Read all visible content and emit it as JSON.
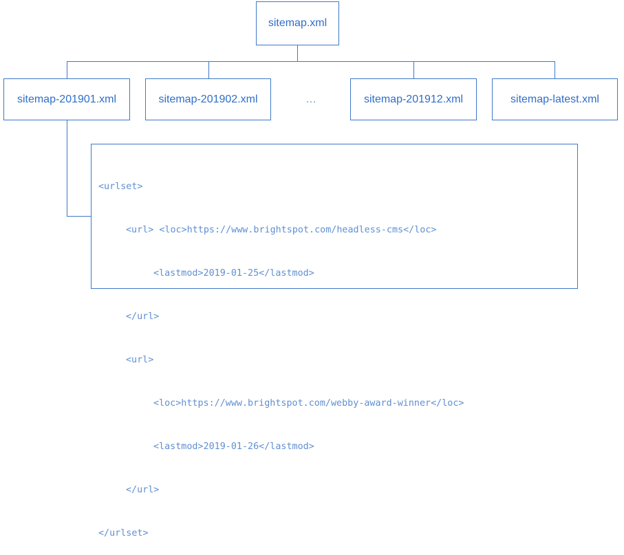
{
  "diagram": {
    "root": {
      "label": "sitemap.xml"
    },
    "children": [
      {
        "label": "sitemap-201901.xml"
      },
      {
        "label": "sitemap-201902.xml"
      },
      {
        "label": "sitemap-201912.xml"
      },
      {
        "label": "sitemap-latest.xml"
      }
    ],
    "ellipsis": "…",
    "code_lines": [
      "<urlset>",
      "<url> <loc>https://www.brightspot.com/headless-cms</loc>",
      "<lastmod>2019-01-25</lastmod>",
      "</url>",
      "<url>",
      "<loc>https://www.brightspot.com/webby-award-winner</loc>",
      "<lastmod>2019-01-26</lastmod>",
      "</url>",
      "</urlset>"
    ],
    "colors": {
      "line": "#3d78c9",
      "text": "#2f6ec8",
      "code_text": "#5f8fd2",
      "background": "#ffffff"
    }
  }
}
